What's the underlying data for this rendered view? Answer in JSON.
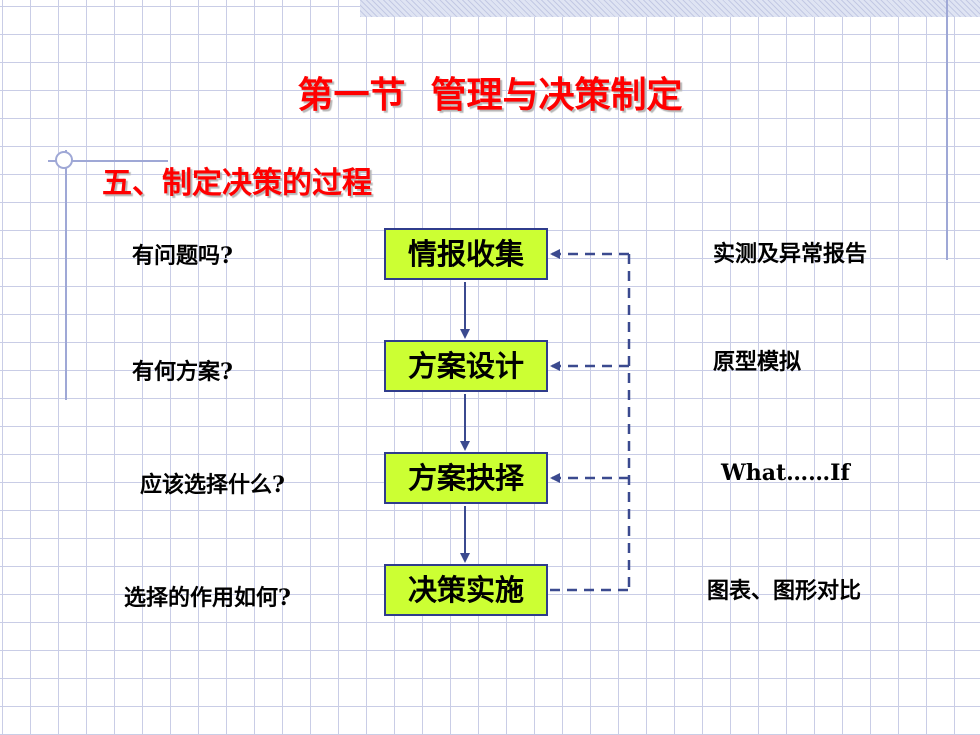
{
  "title": "第一节  管理与决策制定",
  "subtitle": "五、制定决策的过程",
  "questions": [
    "有问题吗?",
    "有何方案?",
    "应该选择什么?",
    "选择的作用如何?"
  ],
  "steps": [
    "情报收集",
    "方案设计",
    "方案抉择",
    "决策实施"
  ],
  "tools": [
    "实测及异常报告",
    "原型模拟",
    "What……If",
    "图表、图形对比"
  ],
  "colors": {
    "title": "#ff0000",
    "box_fill": "#ccff33",
    "box_border": "#2f3c8c",
    "arrow": "#3b4a8f",
    "grid": "#c9cde6"
  }
}
